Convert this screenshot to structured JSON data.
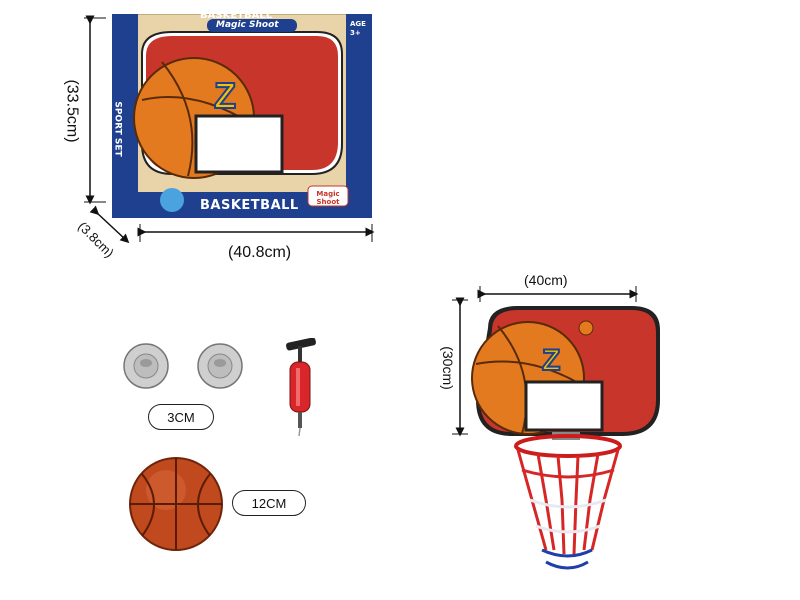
{
  "box": {
    "top_label": "BASKETBALL",
    "banner": "Magic Shoot",
    "side_label": "SPORT SET",
    "badge": "Magic Shoot",
    "bottom_label": "BASKETBALL",
    "age": "AGE 3+"
  },
  "dimensions": {
    "box_height": "(33.5cm)",
    "box_width": "(40.8cm)",
    "box_depth": "(3.8cm)",
    "board_width": "(40cm)",
    "board_height": "(30cm)"
  },
  "parts": {
    "suction_size": "3CM",
    "ball_size": "12CM"
  },
  "colors": {
    "brick": "#c8352a",
    "box_blue": "#1f3f8f",
    "ball_orange": "#e37a1f",
    "wood": "#e9d3a8"
  }
}
